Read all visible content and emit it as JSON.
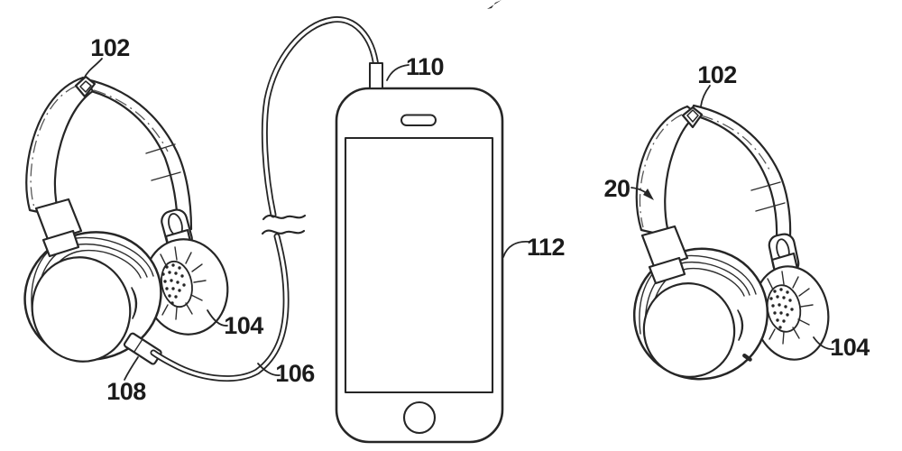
{
  "figure": {
    "kind": "patent-line-drawing",
    "description": "Wired headphones connected by an audio cable to a smartphone (left) and a separate wireless headphone set (right)",
    "background_color": "#ffffff",
    "line_color": "#262626",
    "labels": [
      {
        "id": "left-headband",
        "text": "102"
      },
      {
        "id": "cable-plug",
        "text": "110"
      },
      {
        "id": "smartphone",
        "text": "112"
      },
      {
        "id": "left-ear-cushion",
        "text": "104"
      },
      {
        "id": "cable",
        "text": "106"
      },
      {
        "id": "cable-connector",
        "text": "108"
      },
      {
        "id": "right-headband",
        "text": "102"
      },
      {
        "id": "wireless-headphones",
        "text": "20"
      },
      {
        "id": "right-ear-cushion",
        "text": "104"
      }
    ]
  }
}
